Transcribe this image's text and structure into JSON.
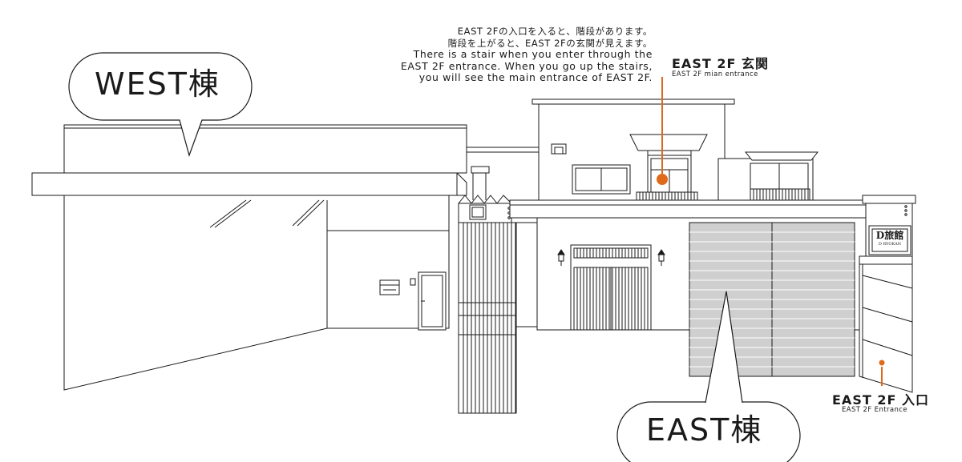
{
  "description_lines": [
    "EAST 2Fの入口を入ると、階段があります。",
    "階段を上がると、EAST 2Fの玄関が見えます。",
    "There is a stair when you enter through the",
    "EAST 2F entrance. When you go up the stairs,",
    "you will see the main entrance of EAST 2F."
  ],
  "west_bubble": {
    "label": "WEST棟"
  },
  "east_bubble": {
    "label": "EAST棟"
  },
  "main_entrance": {
    "label_ja": "EAST 2F 玄関",
    "label_en": "EAST 2F mian entrance"
  },
  "entrance": {
    "label_ja": "EAST 2F 入口",
    "label_en": "EAST 2F Entrance"
  },
  "sign": {
    "line1": "D旅館",
    "line2": "D RYOKAN"
  },
  "colors": {
    "accent": "#e06a1b",
    "line": "#1a1a1a",
    "shutter": "#cfcfcf"
  }
}
